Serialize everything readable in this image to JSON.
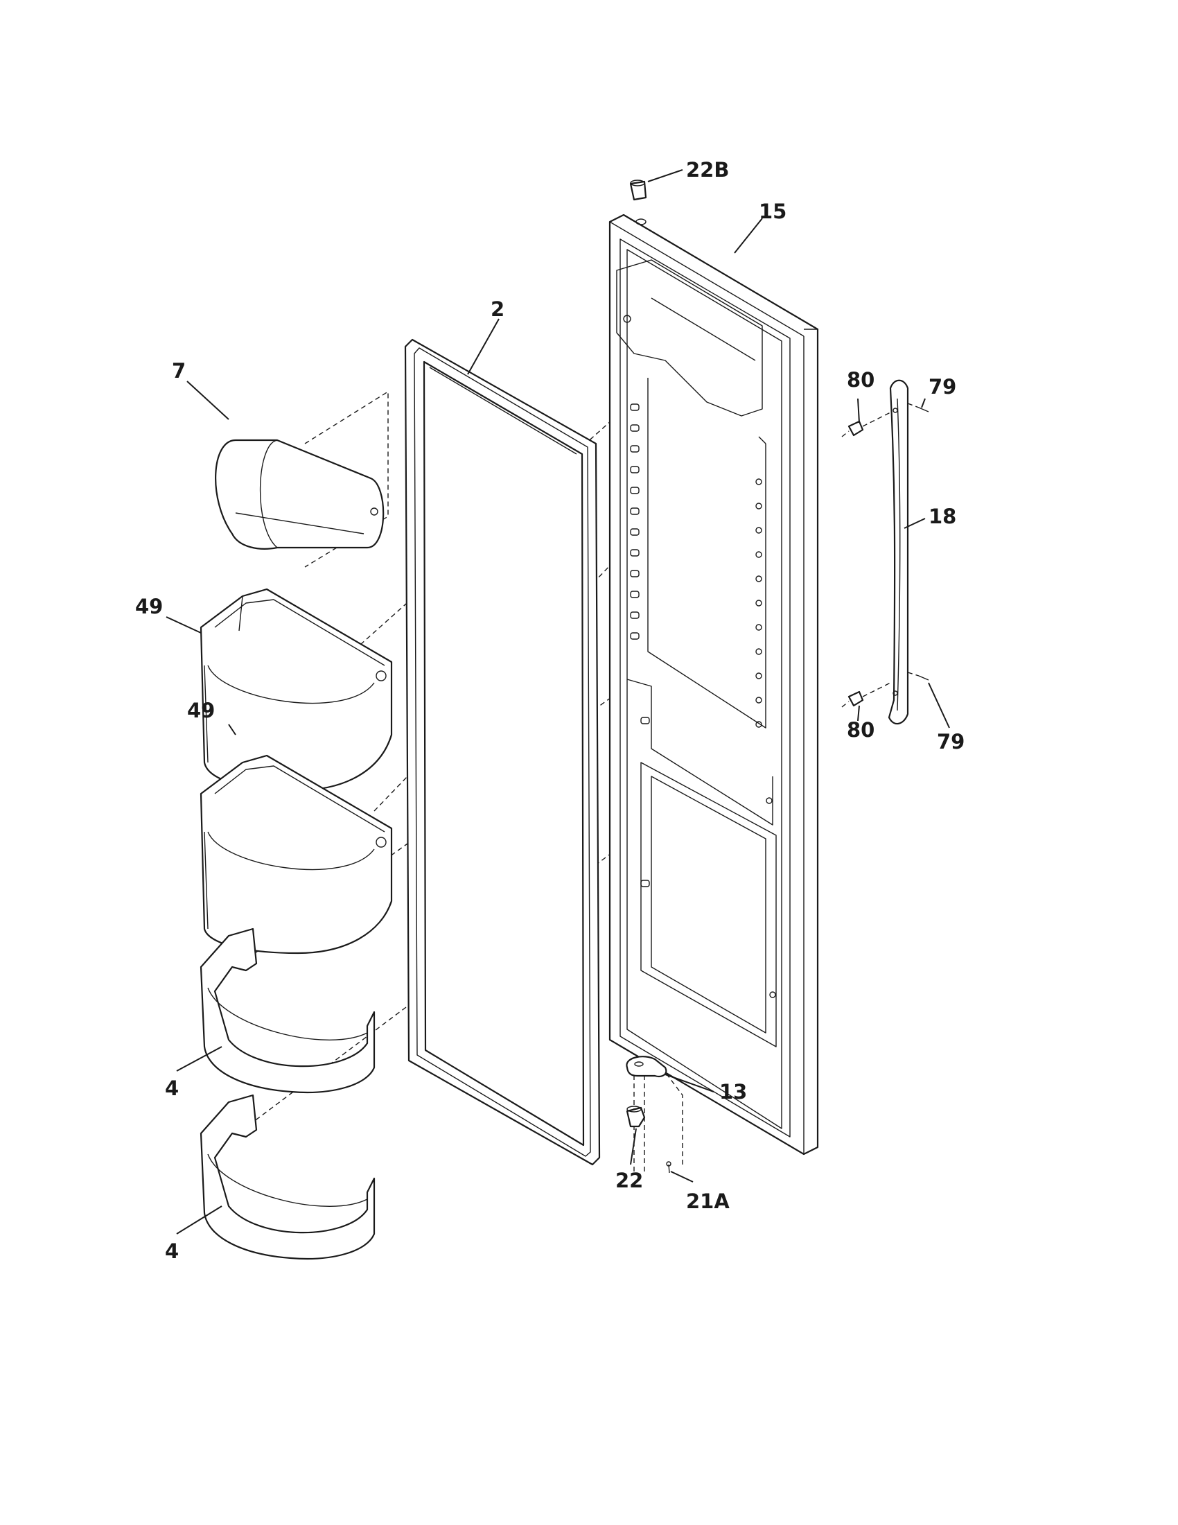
{
  "diagram": {
    "part_labels": [
      "22B",
      "15",
      "2",
      "7",
      "80",
      "79",
      "18",
      "49",
      "49",
      "80",
      "79",
      "4",
      "13",
      "22",
      "21A",
      "4"
    ]
  }
}
